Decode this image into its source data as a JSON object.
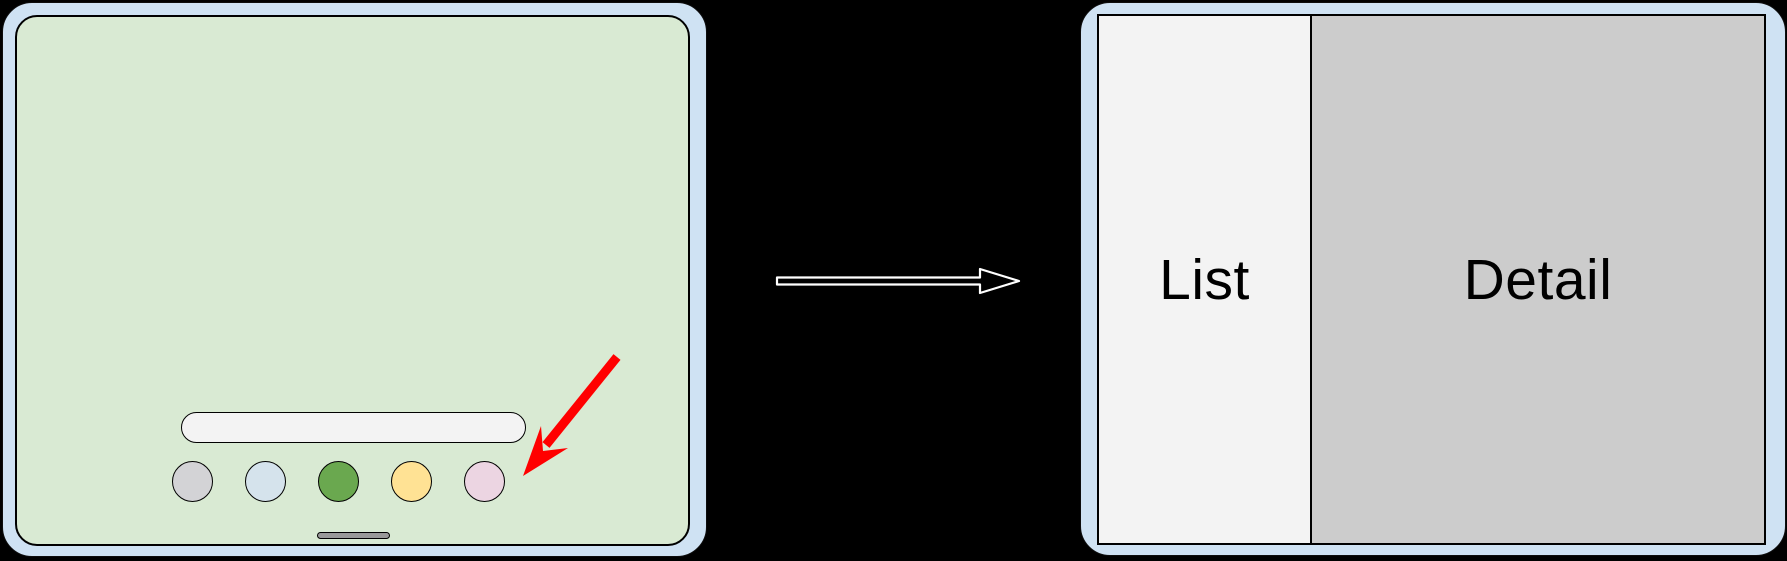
{
  "scene": {
    "background": "#000000"
  },
  "left_device": {
    "bezel_color": "#cfe2f3",
    "screen_color": "#d9ead3",
    "search_bar": {
      "value": "",
      "placeholder": "",
      "color": "#f3f3f3"
    },
    "dock_icons": [
      {
        "name": "app-icon-gray",
        "color": "#d3d3d6"
      },
      {
        "name": "app-icon-blue",
        "color": "#d5e3ec"
      },
      {
        "name": "app-icon-green",
        "color": "#6aa84f"
      },
      {
        "name": "app-icon-yellow",
        "color": "#ffe294"
      },
      {
        "name": "app-icon-pink",
        "color": "#ecd5e2"
      }
    ],
    "home_indicator_color": "#999999",
    "pointer_arrow_color": "#ff0000"
  },
  "transition_arrow": {
    "fill": "#000000",
    "stroke": "#ffffff"
  },
  "right_device": {
    "bezel_color": "#cfe2f3",
    "panels": [
      {
        "label": "List",
        "color": "#f3f3f3"
      },
      {
        "label": "Detail",
        "color": "#cccccc"
      }
    ]
  }
}
